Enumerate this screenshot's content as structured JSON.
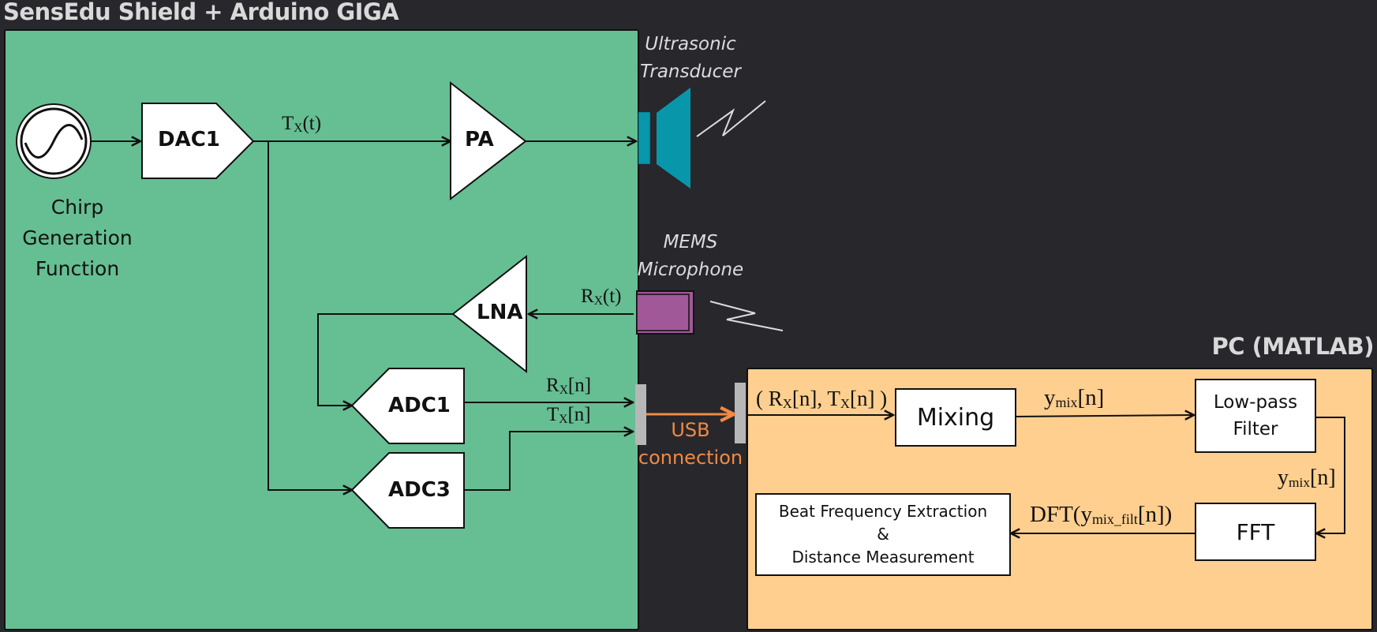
{
  "titles": {
    "arduino": "SensEdu Shield + Arduino GIGA",
    "pc": "PC (MATLAB)"
  },
  "colors": {
    "background": "#28272c",
    "arduino_panel": "#66be93",
    "pc_panel": "#fecf8f",
    "transducer": "#0897aa",
    "microphone": "#a05898",
    "usb": "#f08a44",
    "connector": "#b7b7b7"
  },
  "arduino": {
    "chirp_icon": "sine-wave-source-icon",
    "chirp_caption": [
      "Chirp",
      "Generation",
      "Function"
    ],
    "dac": "DAC1",
    "pa": "PA",
    "lna": "LNA",
    "adc1": "ADC1",
    "adc3": "ADC3",
    "signals": {
      "tx_t": {
        "base": "T",
        "sub": "X",
        "rest": "(t)"
      },
      "rx_t": {
        "base": "R",
        "sub": "X",
        "rest": "(t)"
      },
      "rx_n": {
        "base": "R",
        "sub": "X",
        "rest": "[n]"
      },
      "tx_n": {
        "base": "T",
        "sub": "X",
        "rest": "[n]"
      }
    }
  },
  "external": {
    "transducer_caption": [
      "Ultrasonic",
      "Transducer"
    ],
    "transducer_icon": "speaker-icon",
    "microphone_caption": [
      "MEMS",
      "Microphone"
    ],
    "microphone_icon": "microphone-icon",
    "usb_caption": [
      "USB",
      "connection"
    ]
  },
  "pc": {
    "input_signal": {
      "open": "( ",
      "a_base": "R",
      "a_sub": "X",
      "a_rest": "[n], ",
      "b_base": "T",
      "b_sub": "X",
      "b_rest": "[n] )"
    },
    "mixing": "Mixing",
    "lowpass": [
      "Low-pass",
      "Filter"
    ],
    "fft": "FFT",
    "beat": [
      "Beat Frequency Extraction",
      "&",
      "Distance Measurement"
    ],
    "ymix_top": {
      "base": "y",
      "sub": "mix",
      "rest": "[n]"
    },
    "ymix_side": {
      "base": "y",
      "sub": "mix",
      "rest": "[n]"
    },
    "dft": {
      "pre": "DFT(y",
      "sub": "mix_filt",
      "rest": "[n])"
    }
  }
}
